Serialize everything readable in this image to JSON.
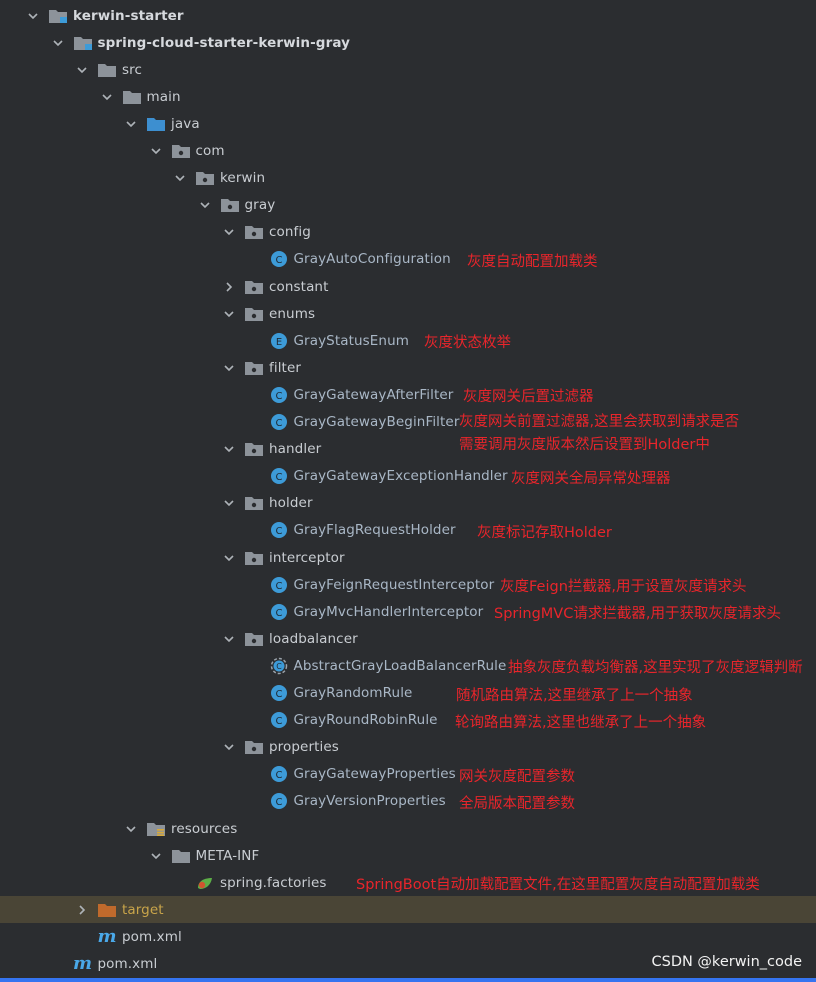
{
  "tree": {
    "nodes": [
      {
        "label": "kerwin-starter",
        "kind": "module",
        "expanded": true,
        "depth": 0,
        "bold": true
      },
      {
        "label": "spring-cloud-starter-kerwin-gray",
        "kind": "module",
        "expanded": true,
        "depth": 1,
        "bold": true
      },
      {
        "label": "src",
        "kind": "folder",
        "expanded": true,
        "depth": 2
      },
      {
        "label": "main",
        "kind": "folder",
        "expanded": true,
        "depth": 3
      },
      {
        "label": "java",
        "kind": "source-folder",
        "expanded": true,
        "depth": 4
      },
      {
        "label": "com",
        "kind": "package",
        "expanded": true,
        "depth": 5
      },
      {
        "label": "kerwin",
        "kind": "package",
        "expanded": true,
        "depth": 6
      },
      {
        "label": "gray",
        "kind": "package",
        "expanded": true,
        "depth": 7
      },
      {
        "label": "config",
        "kind": "package",
        "expanded": true,
        "depth": 8
      },
      {
        "label": "GrayAutoConfiguration",
        "kind": "class",
        "depth": 9
      },
      {
        "label": "constant",
        "kind": "package",
        "expanded": false,
        "depth": 8
      },
      {
        "label": "enums",
        "kind": "package",
        "expanded": true,
        "depth": 8
      },
      {
        "label": "GrayStatusEnum",
        "kind": "enum",
        "depth": 9
      },
      {
        "label": "filter",
        "kind": "package",
        "expanded": true,
        "depth": 8
      },
      {
        "label": "GrayGatewayAfterFilter",
        "kind": "class",
        "depth": 9
      },
      {
        "label": "GrayGatewayBeginFilter",
        "kind": "class",
        "depth": 9
      },
      {
        "label": "handler",
        "kind": "package",
        "expanded": true,
        "depth": 8
      },
      {
        "label": "GrayGatewayExceptionHandler",
        "kind": "class",
        "depth": 9
      },
      {
        "label": "holder",
        "kind": "package",
        "expanded": true,
        "depth": 8
      },
      {
        "label": "GrayFlagRequestHolder",
        "kind": "class",
        "depth": 9
      },
      {
        "label": "interceptor",
        "kind": "package",
        "expanded": true,
        "depth": 8
      },
      {
        "label": "GrayFeignRequestInterceptor",
        "kind": "class",
        "depth": 9
      },
      {
        "label": "GrayMvcHandlerInterceptor",
        "kind": "class",
        "depth": 9
      },
      {
        "label": "loadbalancer",
        "kind": "package",
        "expanded": true,
        "depth": 8
      },
      {
        "label": "AbstractGrayLoadBalancerRule",
        "kind": "abstract-class",
        "depth": 9
      },
      {
        "label": "GrayRandomRule",
        "kind": "class",
        "depth": 9
      },
      {
        "label": "GrayRoundRobinRule",
        "kind": "class",
        "depth": 9
      },
      {
        "label": "properties",
        "kind": "package",
        "expanded": true,
        "depth": 8
      },
      {
        "label": "GrayGatewayProperties",
        "kind": "class",
        "depth": 9
      },
      {
        "label": "GrayVersionProperties",
        "kind": "class",
        "depth": 9
      },
      {
        "label": "resources",
        "kind": "resources-folder",
        "expanded": true,
        "depth": 4
      },
      {
        "label": "META-INF",
        "kind": "folder",
        "expanded": true,
        "depth": 5
      },
      {
        "label": "spring.factories",
        "kind": "spring-file",
        "depth": 6
      },
      {
        "label": "target",
        "kind": "target-folder",
        "expanded": false,
        "depth": 2,
        "selected": true
      },
      {
        "label": "pom.xml",
        "kind": "maven-file",
        "depth": 2
      },
      {
        "label": "pom.xml",
        "kind": "maven-file",
        "depth": 1
      }
    ]
  },
  "annotations": [
    {
      "row": 9,
      "text": "灰度自动配置加载类"
    },
    {
      "row": 12,
      "text": "灰度状态枚举"
    },
    {
      "row": 14,
      "text": "灰度网关后置过滤器"
    },
    {
      "row": 15,
      "text": "灰度网关前置过滤器,这里会获取到请求是否"
    },
    {
      "row": 15,
      "text": "需要调用灰度版本然后设置到Holder中",
      "line2": true
    },
    {
      "row": 17,
      "text": "灰度网关全局异常处理器"
    },
    {
      "row": 19,
      "text": "灰度标记存取Holder"
    },
    {
      "row": 21,
      "text": "灰度Feign拦截器,用于设置灰度请求头"
    },
    {
      "row": 22,
      "text": "SpringMVC请求拦截器,用于获取灰度请求头"
    },
    {
      "row": 24,
      "text": "抽象灰度负载均衡器,这里实现了灰度逻辑判断"
    },
    {
      "row": 25,
      "text": "随机路由算法,这里继承了上一个抽象"
    },
    {
      "row": 26,
      "text": "轮询路由算法,这里也继承了上一个抽象"
    },
    {
      "row": 28,
      "text": "网关灰度配置参数"
    },
    {
      "row": 29,
      "text": "全局版本配置参数"
    },
    {
      "row": 32,
      "text": "SpringBoot自动加载配置文件,在这里配置灰度自动配置加载类"
    }
  ],
  "watermark": "CSDN @kerwin_code",
  "colors": {
    "background": "#2b2d30",
    "annotation": "#e8252b",
    "class_icon": "#3d9bd8",
    "selected_row": "#4a4536",
    "target_folder": "#c06a2c"
  }
}
